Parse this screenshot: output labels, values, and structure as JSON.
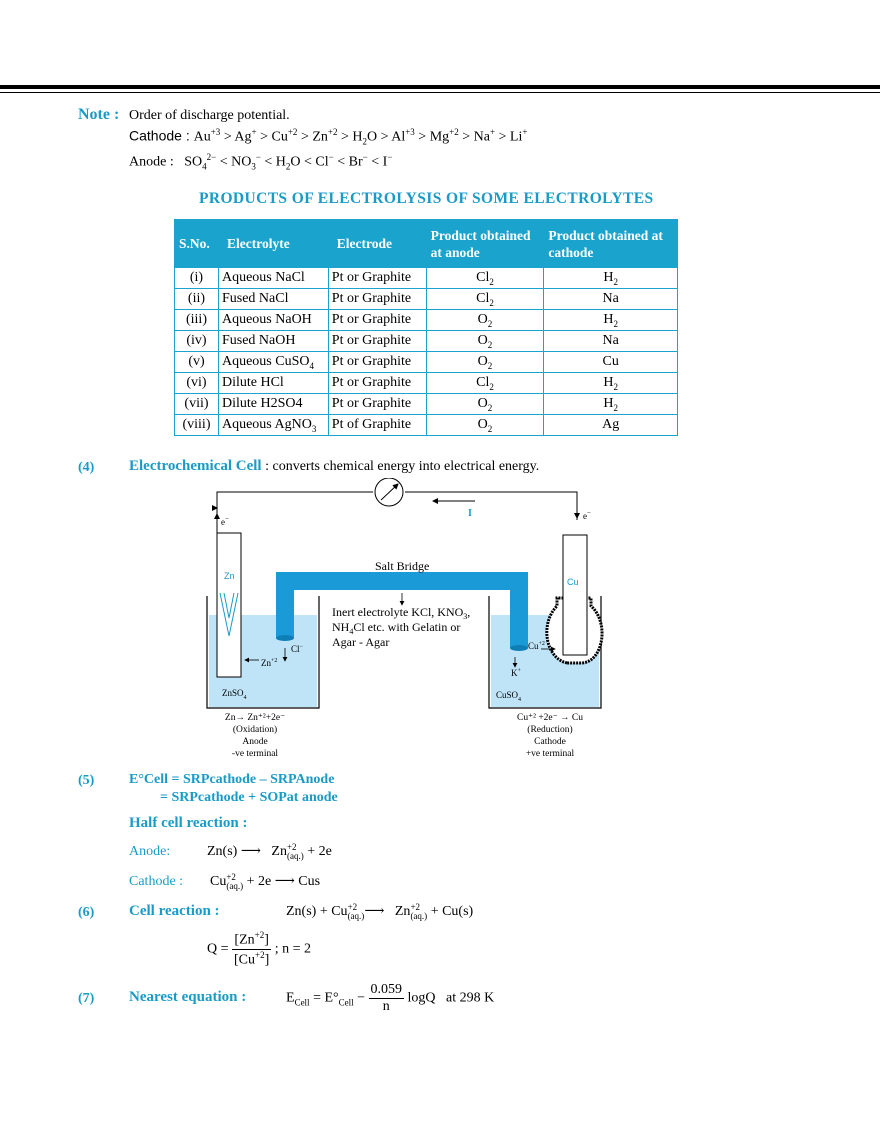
{
  "note": {
    "label": "Note :",
    "line1": "Order of discharge potential.",
    "cathode_prefix": "Cathode : ",
    "anode_prefix": "Anode : "
  },
  "table_title": "PRODUCTS OF ELECTROLYSIS OF SOME ELECTROLYTES",
  "table": {
    "headers": [
      "S.No.",
      "Electrolyte",
      "Electrode",
      "Product obtained at anode",
      "Product obtained at cathode"
    ],
    "rows": [
      [
        "(i)",
        "Aqueous NaCl",
        "Pt or Graphite",
        "Cl2",
        "H2"
      ],
      [
        "(ii)",
        "Fused NaCl",
        "Pt or Graphite",
        "Cl2",
        "Na"
      ],
      [
        "(iii)",
        "Aqueous NaOH",
        "Pt or Graphite",
        "O2",
        "H2"
      ],
      [
        "(iv)",
        "Fused NaOH",
        "Pt or Graphite",
        "O2",
        "Na"
      ],
      [
        "(v)",
        "Aqueous CuSO4",
        "Pt or Graphite",
        "O2",
        "Cu"
      ],
      [
        "(vi)",
        "Dilute HCl",
        "Pt or Graphite",
        "Cl2",
        "H2"
      ],
      [
        "(vii)",
        "Dilute H2SO4",
        "Pt or Graphite",
        "O2",
        "H2"
      ],
      [
        "(viii)",
        "Aqueous AgNO3",
        "Pt of Graphite",
        "O2",
        "Ag"
      ]
    ]
  },
  "section4": {
    "num": "(4)",
    "title": "Electrochemical Cell",
    "desc": " : converts chemical energy into electrical energy."
  },
  "diagram": {
    "salt_bridge": "Salt Bridge",
    "inert1": "Inert electrolyte KCl, KNO",
    "inert1_sub": "3",
    "inert2a": "NH",
    "inert2_sub": "4",
    "inert2b": "Cl etc. with Gelatin or",
    "inert3": "Agar - Agar",
    "current_label": "I",
    "e_left": "e",
    "e_right": "e",
    "zn": "Zn",
    "cu": "Cu",
    "znso4": "ZnSO",
    "cuso4": "CuSO",
    "so4_sub": "4",
    "cl_ion": "Cl",
    "k_ion": "K",
    "zn_ion": "Zn",
    "cu_ion": "Cu",
    "left_caption": [
      "Zn→ Zn⁺²+2e⁻",
      "(Oxidation)",
      "Anode",
      "-ve terminal"
    ],
    "right_caption": [
      "Cu⁺² +2e⁻ → Cu",
      "(Reduction)",
      "Cathode",
      "+ve terminal"
    ]
  },
  "section5": {
    "num": "(5)",
    "line1": "E°Cell = SRPcathode – SRPAnode",
    "line2": "= SRPcathode + SOPat anode",
    "half_title": "Half cell reaction :",
    "anode_label": "Anode:",
    "cathode_label": "Cathode :"
  },
  "section6": {
    "num": "(6)",
    "title": "Cell reaction :",
    "n_text": "; n = 2"
  },
  "section7": {
    "num": "(7)",
    "title": "Nearest equation :",
    "num_val": "0.059",
    "den_val": "n",
    "tail": "logQ",
    "temp": "at 298 K"
  },
  "colors": {
    "accent": "#1a9bc7",
    "table_header": "#1aa3cc",
    "bridge": "#1a9bd7",
    "solution": "#bfe3f7"
  }
}
